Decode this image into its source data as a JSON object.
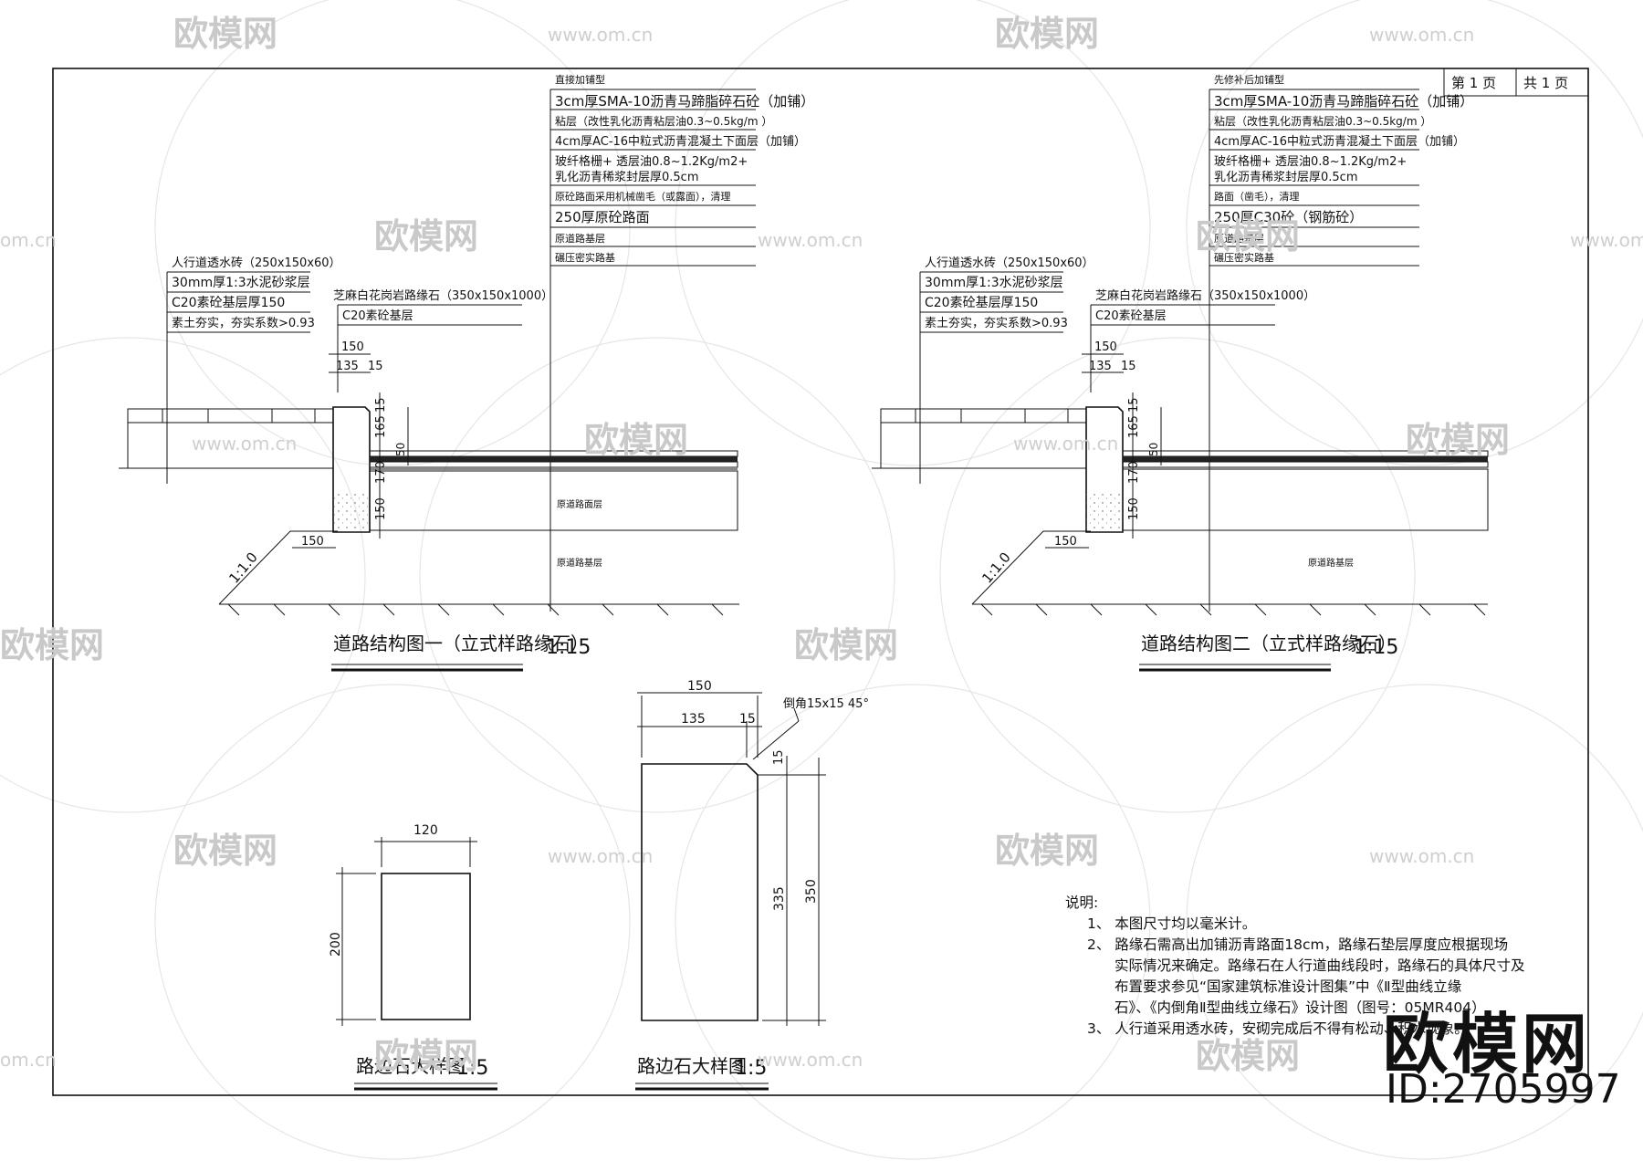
{
  "header": {
    "page_label_1": "第  1  页",
    "page_label_2": "共  1  页"
  },
  "left_panel": {
    "overlay_title": "直接加铺型",
    "overlay_layers": [
      "3cm厚SMA-10沥青马蹄脂碎石砼（加铺）",
      "粘层（改性乳化沥青粘层油0.3~0.5kg/m  ）",
      "4cm厚AC-16中粒式沥青混凝土下面层（加铺）",
      "玻纤格栅+ 透层油0.8~1.2Kg/m2+",
      "乳化沥青稀浆封层厚0.5cm",
      "原砼路面采用机械凿毛（或露面），清理",
      "250厚原砼路面",
      "原道路基层",
      "碾压密实路基"
    ],
    "sidewalk_layers": [
      "人行道透水砖（250x150x60）",
      "30mm厚1:3水泥砂浆层",
      "C20素砼基层厚150",
      "素土夯实，夯实系数>0.93"
    ],
    "curb_title": "芝麻白花岗岩路缘石（350x150x1000）",
    "curb_base": "C20素砼基层",
    "dims": [
      "150",
      "135",
      "15",
      "15",
      "165",
      "50",
      "170",
      "150",
      "150"
    ],
    "slope": "1:1.0",
    "label_surface": "原道路面层",
    "label_base": "原道路基层",
    "caption": "道路结构图一（立式样路缘石）",
    "scale": "1:15"
  },
  "right_panel": {
    "overlay_title": "先修补后加铺型",
    "overlay_layers": [
      "3cm厚SMA-10沥青马蹄脂碎石砼（加铺）",
      "粘层（改性乳化沥青粘层油0.3~0.5kg/m  ）",
      "4cm厚AC-16中粒式沥青混凝土下面层（加铺）",
      "玻纤格栅+ 透层油0.8~1.2Kg/m2+",
      "乳化沥青稀浆封层厚0.5cm",
      "路面（凿毛），清理",
      "250厚C30砼（钢筋砼）",
      "原道路基层",
      "碾压密实路基"
    ],
    "sidewalk_layers": [
      "人行道透水砖（250x150x60）",
      "30mm厚1:3水泥砂浆层",
      "C20素砼基层厚150",
      "素土夯实，夯实系数>0.93"
    ],
    "curb_title": "芝麻白花岗岩路缘石（350x150x1000）",
    "curb_base": "C20素砼基层",
    "dims": [
      "150",
      "135",
      "15",
      "15",
      "165",
      "50",
      "170",
      "150",
      "150"
    ],
    "slope": "1:1.0",
    "label_base": "原道路基层",
    "caption": "道路结构图二（立式样路缘石）",
    "scale": "1:15"
  },
  "detail_small": {
    "width": "120",
    "height": "200",
    "caption": "路边石大样图",
    "scale": "1:5"
  },
  "detail_large": {
    "w_total": "150",
    "w_main": "135",
    "w_chamfer": "15",
    "chamfer_note": "倒角15x15  45°",
    "h_chamfer": "15",
    "h_main": "335",
    "h_total": "350",
    "caption": "路边石大样图",
    "scale": "1:5"
  },
  "notes": {
    "title": "说明:",
    "items": [
      "1、  本图尺寸均以毫米计。",
      "2、  路缘石需高出加铺沥青路面18cm，路缘石垫层厚度应根据现场",
      "实际情况来确定。路缘石在人行道曲线段时，路缘石的具体尺寸及",
      "布置要求参见“国家建筑标准设计图集”中《Ⅱ型曲线立缘",
      "石》、《内倒角Ⅱ型曲线立缘石》设计图（图号：05MR404）",
      "3、  人行道采用透水砖，安砌完成后不得有松动、积水现象。"
    ]
  },
  "watermark": {
    "brand": "欧模网",
    "url": "www.om.cn",
    "url_short": "om.cn",
    "id": "ID:2705997"
  }
}
